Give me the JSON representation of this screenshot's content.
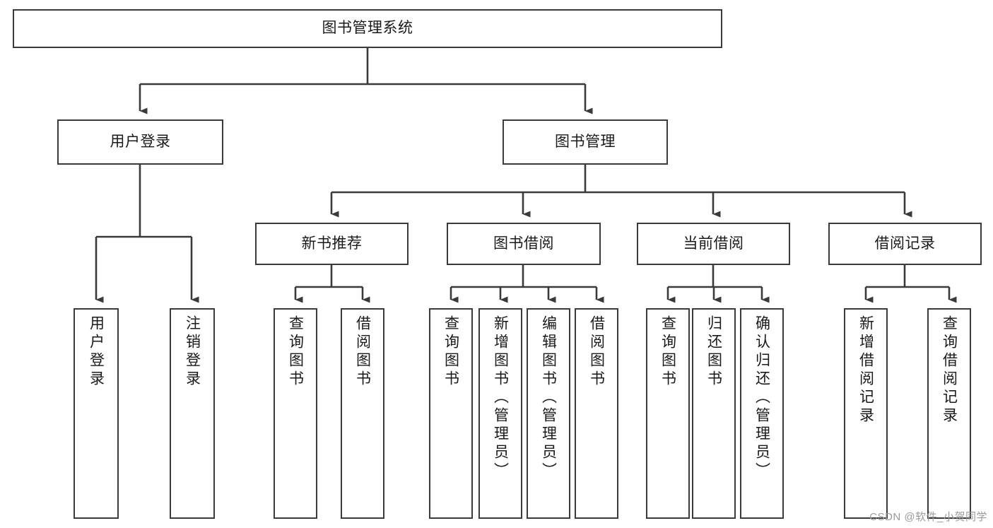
{
  "diagram": {
    "type": "tree-hierarchy-chart",
    "title": "图书管理系统",
    "root": {
      "id": "root",
      "label": "图书管理系统"
    },
    "level2": [
      {
        "id": "user-login",
        "label": "用户登录"
      },
      {
        "id": "book-manage",
        "label": "图书管理"
      }
    ],
    "level3": [
      {
        "id": "new-book-recommend",
        "label": "新书推荐"
      },
      {
        "id": "book-borrow",
        "label": "图书借阅"
      },
      {
        "id": "current-borrow",
        "label": "当前借阅"
      },
      {
        "id": "borrow-record",
        "label": "借阅记录"
      }
    ],
    "leaves": {
      "user_login": [
        {
          "id": "leaf-user-login",
          "label": "用户登录"
        },
        {
          "id": "leaf-logout-login",
          "label": "注销登录"
        }
      ],
      "new_book_recommend": [
        {
          "id": "leaf-query-book-1",
          "label": "查询图书"
        },
        {
          "id": "leaf-borrow-book-1",
          "label": "借阅图书"
        }
      ],
      "book_borrow": [
        {
          "id": "leaf-query-book-2",
          "label": "查询图书"
        },
        {
          "id": "leaf-add-book",
          "label": "新增图书（管理员）"
        },
        {
          "id": "leaf-edit-book",
          "label": "编辑图书（管理员）"
        },
        {
          "id": "leaf-borrow-book-2",
          "label": "借阅图书"
        }
      ],
      "current_borrow": [
        {
          "id": "leaf-query-book-3",
          "label": "查询图书"
        },
        {
          "id": "leaf-return-book",
          "label": "归还图书"
        },
        {
          "id": "leaf-confirm-return",
          "label": "确认归还（管理员）"
        }
      ],
      "borrow_record": [
        {
          "id": "leaf-add-record",
          "label": "新增借阅记录"
        },
        {
          "id": "leaf-query-record",
          "label": "查询借阅记录"
        }
      ]
    },
    "watermark": "CSDN @软件_小贺同学",
    "colors": {
      "box_border": "#3a3a3a",
      "connector": "#3a3a3a",
      "background": "#ffffff",
      "text": "#1a1a1a",
      "watermark": "#9a9a9a"
    }
  }
}
